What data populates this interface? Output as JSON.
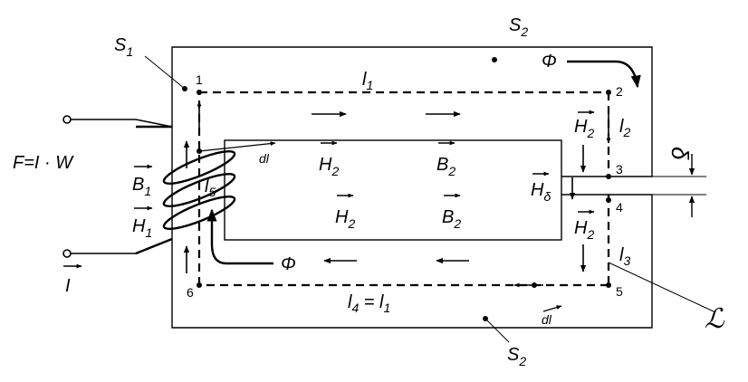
{
  "labels": {
    "s1": "S",
    "s1_sub": "1",
    "s2_top": "S",
    "s2_top_sub": "2",
    "s2_bottom": "S",
    "s2_bottom_sub": "2",
    "flux_top": "Φ",
    "flux_bottom": "Φ",
    "mmf": "F=I · W",
    "current": "I",
    "b1": "B",
    "b1_sub": "1",
    "h1": "H",
    "h1_sub": "1",
    "l5": "l",
    "l5_sub": "5",
    "dl_top": "dl",
    "dl_bottom": "dl",
    "h2_inner_top": "H",
    "h2_inner_top_sub": "2",
    "b2_inner_top": "B",
    "b2_inner_top_sub": "2",
    "h2_inner_bottom": "H",
    "h2_inner_bottom_sub": "2",
    "b2_inner_bottom": "B",
    "b2_inner_bottom_sub": "2",
    "h2_right_top": "H",
    "h2_right_top_sub": "2",
    "h2_right_bottom": "H",
    "h2_right_bottom_sub": "2",
    "h_delta": "H",
    "h_delta_sub": "δ",
    "l1": "l",
    "l1_sub": "1",
    "l2": "l",
    "l2_sub": "2",
    "l3": "l",
    "l3_sub": "3",
    "l4": "l",
    "l4_sub": "4",
    "l4_eq": " = l",
    "l4_eq_sub": "1",
    "delta": "δ",
    "script_l": "ℒ",
    "n1": "1",
    "n2": "2",
    "n3": "3",
    "n4": "4",
    "n5": "5",
    "n6": "6"
  }
}
